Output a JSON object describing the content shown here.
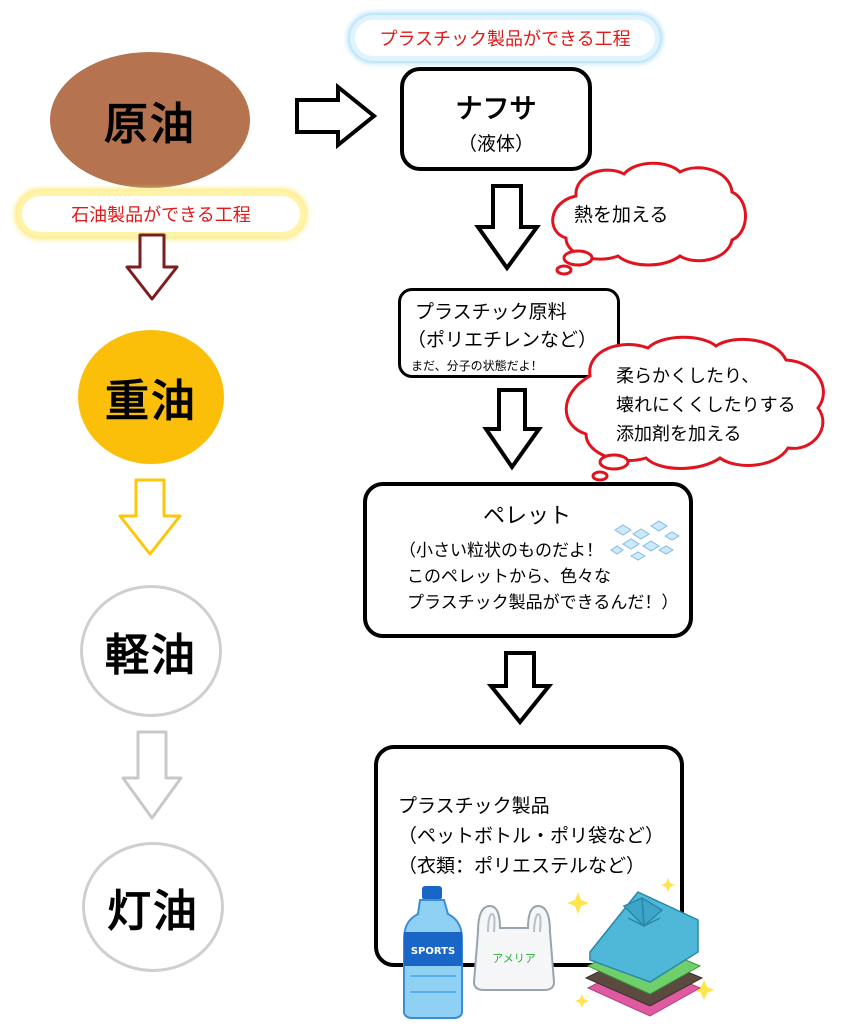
{
  "left_column": {
    "banner": "石油製品ができる工程",
    "crude": "原油",
    "heavy_oil": "重油",
    "light_oil": "軽油",
    "kerosene": "灯油"
  },
  "right_column": {
    "banner": "プラスチック製品ができる工程",
    "naphtha": {
      "title": "ナフサ",
      "sub": "（液体）"
    },
    "heat_bubble": "熱を加える",
    "raw": {
      "line1": "プラスチック原料",
      "line2": "（ポリエチレンなど）",
      "note": "まだ、分子の状態だよ！"
    },
    "additive_bubble": {
      "line1": "柔らかくしたり、",
      "line2": "壊れにくくしたりする",
      "line3": "添加剤を加える"
    },
    "pellet": {
      "title": "ペレット",
      "line1": "（小さい粒状のものだよ！",
      "line2": "このペレットから、色々な",
      "line3": "プラスチック製品ができるんだ！）"
    },
    "product": {
      "line1": "プラスチック製品",
      "line2": "（ペットボトル・ポリ袋など）",
      "line3": "（衣類：ポリエステルなど）"
    },
    "bottle_label": "SPORTS",
    "bag_label": "アメリア"
  },
  "colors": {
    "crude": "#b5734f",
    "heavy": "#fbbf0a",
    "banner_text": "#e01919",
    "cloud_stroke": "#e0141e",
    "arrow_crude": "#7a1e20",
    "arrow_heavy": "#fbc70a",
    "arrow_gray": "#c8c8c8"
  }
}
